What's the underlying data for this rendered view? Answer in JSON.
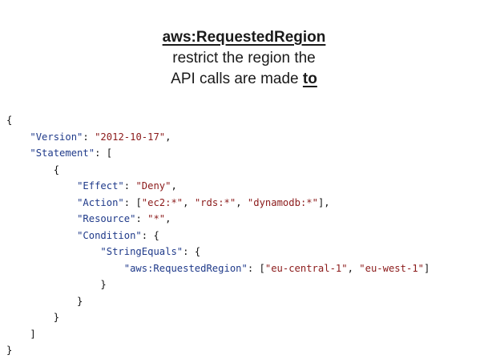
{
  "heading": {
    "title": "aws:RequestedRegion",
    "line2": "restrict the region the",
    "line3_prefix": "API calls are made ",
    "line3_emphasis": "to"
  },
  "policy": {
    "version_key": "\"Version\"",
    "version_value": "\"2012-10-17\"",
    "statement_key": "\"Statement\"",
    "effect_key": "\"Effect\"",
    "effect_value": "\"Deny\"",
    "action_key": "\"Action\"",
    "actions": [
      "\"ec2:*\"",
      "\"rds:*\"",
      "\"dynamodb:*\""
    ],
    "resource_key": "\"Resource\"",
    "resource_value": "\"*\"",
    "condition_key": "\"Condition\"",
    "operator_key": "\"StringEquals\"",
    "condition_field_key": "\"aws:RequestedRegion\"",
    "regions": [
      "\"eu-central-1\"",
      "\"eu-west-1\""
    ]
  },
  "colors": {
    "key": "#1f3a8a",
    "string": "#8b1a1a",
    "text": "#111111",
    "background": "#ffffff"
  }
}
